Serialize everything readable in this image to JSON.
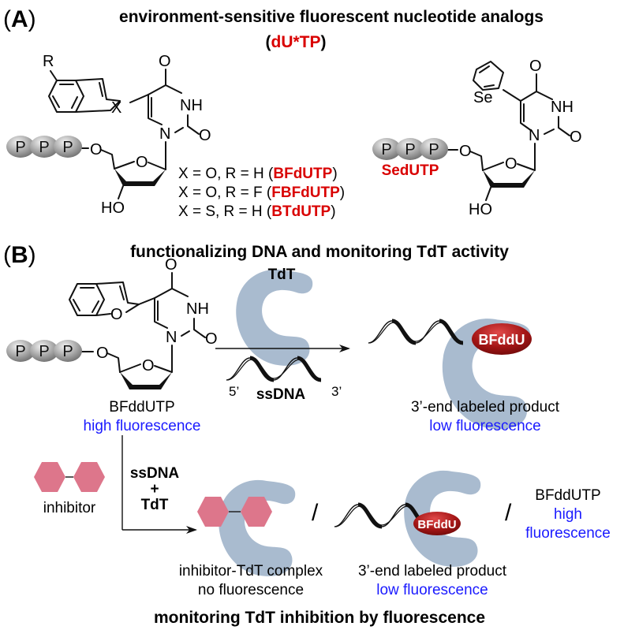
{
  "panel_a": {
    "label_open": "(",
    "label_letter": "A",
    "label_close": ")",
    "title": "environment-sensitive fluorescent nucleotide analogs",
    "subtitle_open": "(",
    "subtitle_highlight": "dU*TP",
    "subtitle_close": ")",
    "left_structure": {
      "r_group": "R",
      "x_atom": "X",
      "carbonyl_o_top": "O",
      "nh": "NH",
      "n1": "N",
      "carbonyl_o_right": "O",
      "ring_o": "O",
      "linker_o": "O",
      "hydroxyl": "HO",
      "phosphates": [
        "P",
        "P",
        "P"
      ],
      "variants": [
        {
          "condition": "X = O, R = H (",
          "name": "BFdUTP",
          "close": ")"
        },
        {
          "condition": "X = O, R = F (",
          "name": "FBFdUTP",
          "close": ")"
        },
        {
          "condition": "X = S, R = H (",
          "name": "BTdUTP",
          "close": ")"
        }
      ]
    },
    "right_structure": {
      "se_atom": "Se",
      "carbonyl_o_top": "O",
      "nh": "NH",
      "n1": "N",
      "carbonyl_o_right": "O",
      "ring_o": "O",
      "linker_o": "O",
      "hydroxyl": "HO",
      "phosphates": [
        "P",
        "P",
        "P"
      ],
      "name": "SedUTP"
    }
  },
  "panel_b": {
    "label_open": "(",
    "label_letter": "B",
    "label_close": ")",
    "title": "functionalizing DNA and monitoring TdT activity",
    "substrate": {
      "ring_o_furan": "O",
      "carbonyl_o_top": "O",
      "nh": "NH",
      "n1": "N",
      "carbonyl_o_right": "O",
      "ring_o": "O",
      "linker_o": "O",
      "phosphates": [
        "P",
        "P",
        "P"
      ],
      "name": "BFddUTP",
      "fluorescence": "high fluorescence"
    },
    "reaction": {
      "enzyme_label": "TdT",
      "dna_5prime": "5’",
      "dna_label": "ssDNA",
      "dna_3prime": "3’"
    },
    "product": {
      "tag": "BFddU",
      "name": "3’-end labeled product",
      "fluorescence": "low fluorescence"
    },
    "inhibition": {
      "inhibitor_label": "inhibitor",
      "conditions_line1": "ssDNA",
      "conditions_line2": "+",
      "conditions_line3": "TdT",
      "separator": "/",
      "complex_name": "inhibitor-TdT complex",
      "complex_fluorescence": "no fluorescence",
      "product_tag": "BFddU",
      "product_name": "3’-end labeled product",
      "product_fluorescence": "low fluorescence",
      "free_name": "BFddUTP",
      "free_fluorescence_line1": "high",
      "free_fluorescence_line2": "fluorescence"
    },
    "footer": "monitoring TdT inhibition by fluorescence"
  },
  "colors": {
    "highlight_red": "#d90000",
    "fluorescence_blue": "#1a1aff",
    "enzyme_blue_gray": "#a9bbcf",
    "inhibitor_pink": "#dd768b",
    "tag_red": "#a01515",
    "phosphate_gray": "#9a9a9a"
  }
}
